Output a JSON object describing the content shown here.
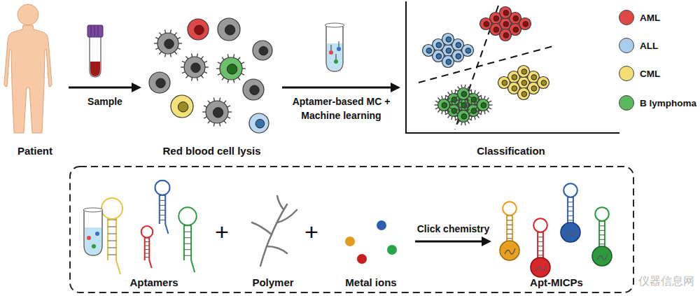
{
  "diagram": {
    "nodes": [
      {
        "text": [
          "Patient"
        ]
      },
      {
        "text": [
          "Red blood cell lysis"
        ]
      },
      {
        "text": [
          "Classification"
        ]
      },
      {
        "text": [
          "Aptamers"
        ]
      },
      {
        "text": [
          "Polymer"
        ]
      },
      {
        "text": [
          "Metal ions"
        ]
      },
      {
        "text": [
          "Apt-MICPs"
        ]
      }
    ],
    "edges": [
      {
        "from": 0,
        "to": 1,
        "arrow": "to",
        "label": "Sample"
      },
      {
        "from": 1,
        "to": 2,
        "arrow": "to",
        "label": "Aptamer-based MC + Machine learning"
      },
      {
        "from": 5,
        "to": 6,
        "arrow": "to",
        "label": "Click chemistry"
      }
    ],
    "labels": [
      "+",
      "+",
      "仪器信息网"
    ],
    "legend": [
      {
        "text": "AML",
        "color": "#e04848"
      },
      {
        "text": "ALL",
        "color": "#a9cdee"
      },
      {
        "text": "CML",
        "color": "#f4dd72"
      },
      {
        "text": "B lymphoma",
        "color": "#5cb85c"
      }
    ]
  }
}
